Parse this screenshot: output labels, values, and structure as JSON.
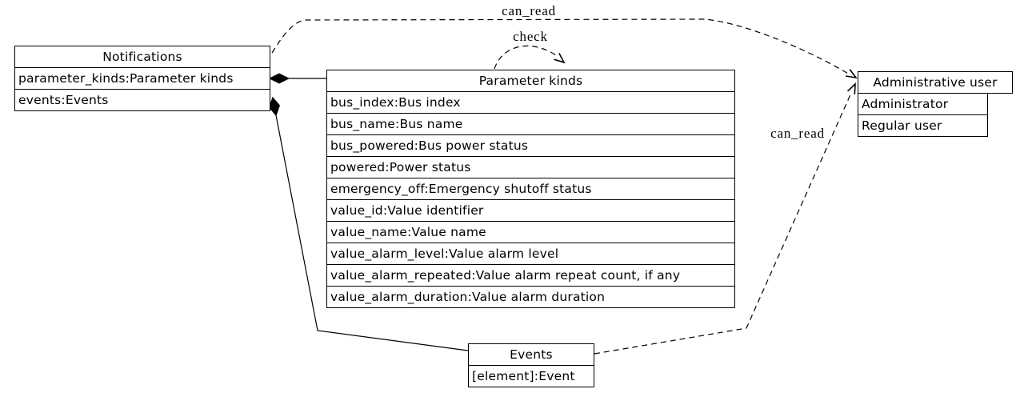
{
  "diagram": {
    "background": "#ffffff",
    "line_color": "#000000"
  },
  "nodes": {
    "notifications": {
      "title": "Notifications",
      "rows": [
        "parameter_kinds:Parameter kinds",
        "events:Events"
      ]
    },
    "parameter_kinds": {
      "title": "Parameter kinds",
      "rows": [
        "bus_index:Bus index",
        "bus_name:Bus name",
        "bus_powered:Bus power status",
        "powered:Power status",
        "emergency_off:Emergency shutoff status",
        "value_id:Value identifier",
        "value_name:Value name",
        "value_alarm_level:Value alarm level",
        "value_alarm_repeated:Value alarm repeat count, if any",
        "value_alarm_duration:Value alarm duration"
      ]
    },
    "administrative_user": {
      "title": "Administrative user",
      "rows": [
        "Administrator",
        "Regular user"
      ]
    },
    "events": {
      "title": "Events",
      "rows": [
        "[element]:Event"
      ]
    }
  },
  "edges": {
    "notifications_can_read": {
      "label": "can_read",
      "style": "dashed-arrow",
      "from": "Notifications",
      "to": "Administrative user"
    },
    "check_self_loop": {
      "label": "check",
      "style": "dashed-arrow",
      "from": "Parameter kinds",
      "to": "Parameter kinds"
    },
    "events_can_read": {
      "label": "can_read",
      "style": "dashed-arrow",
      "from": "Events",
      "to": "Administrative user"
    },
    "notifications_owns_parameter_kinds": {
      "label": "",
      "style": "solid-diamond",
      "from": "Notifications:parameter_kinds",
      "to": "Parameter kinds"
    },
    "notifications_owns_events": {
      "label": "",
      "style": "solid-diamond",
      "from": "Notifications:events",
      "to": "Events"
    }
  }
}
